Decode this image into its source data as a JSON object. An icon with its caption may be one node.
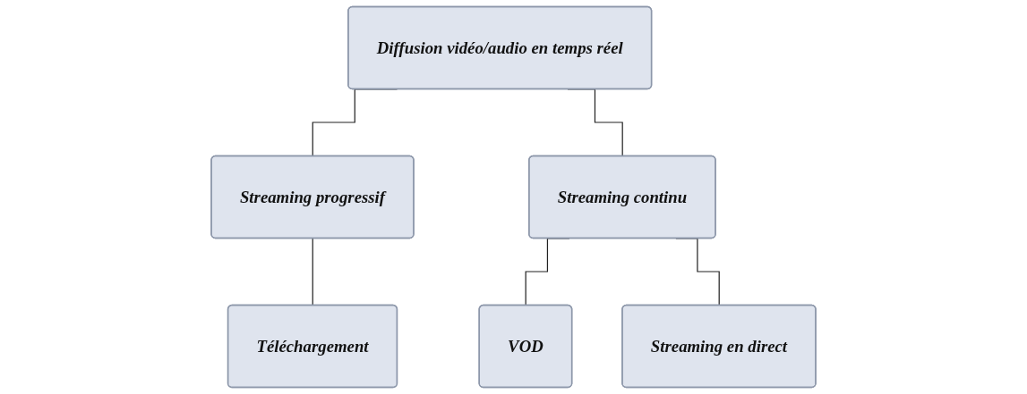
{
  "diagram": {
    "nodes": [
      {
        "text": [
          "Diffusion vidéo/audio en temps réel"
        ]
      },
      {
        "text": [
          "Streaming progressif"
        ]
      },
      {
        "text": [
          "Streaming continu"
        ]
      },
      {
        "text": [
          "Téléchargement"
        ]
      },
      {
        "text": [
          "VOD"
        ]
      },
      {
        "text": [
          "Streaming en direct"
        ]
      }
    ],
    "edges": [
      {
        "from": 0,
        "to": 1,
        "arrow": "none"
      },
      {
        "from": 0,
        "to": 2,
        "arrow": "none"
      },
      {
        "from": 1,
        "to": 3,
        "arrow": "none"
      },
      {
        "from": 2,
        "to": 4,
        "arrow": "none"
      },
      {
        "from": 2,
        "to": 5,
        "arrow": "none"
      }
    ]
  }
}
